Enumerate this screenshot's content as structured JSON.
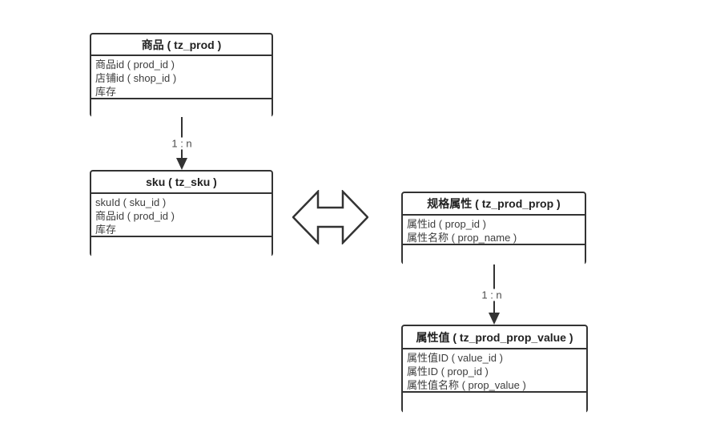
{
  "diagram": {
    "background_color": "#ffffff",
    "line_color": "#333333",
    "text_color": "#3d3d3d",
    "entities": [
      {
        "id": "prod",
        "title": "商品 ( tz_prod )",
        "fields": [
          "商品id ( prod_id )",
          "店铺id ( shop_id )",
          "库存"
        ]
      },
      {
        "id": "sku",
        "title": "sku ( tz_sku )",
        "fields": [
          "skuId ( sku_id )",
          "商品id ( prod_id )",
          "库存"
        ]
      },
      {
        "id": "prod_prop",
        "title": "规格属性 ( tz_prod_prop )",
        "fields": [
          "属性id ( prop_id )",
          "属性名称 ( prop_name )"
        ]
      },
      {
        "id": "prod_prop_value",
        "title": "属性值 ( tz_prod_prop_value )",
        "fields": [
          "属性值ID ( value_id )",
          "属性ID ( prop_id )",
          "属性值名称 ( prop_value )"
        ]
      }
    ],
    "connectors": [
      {
        "from": "prod",
        "to": "sku",
        "label": "1 : n"
      },
      {
        "from": "prod_prop",
        "to": "prod_prop_value",
        "label": "1 : n"
      }
    ],
    "icons": {
      "relation_arrow": "double-horizontal-arrow"
    }
  }
}
